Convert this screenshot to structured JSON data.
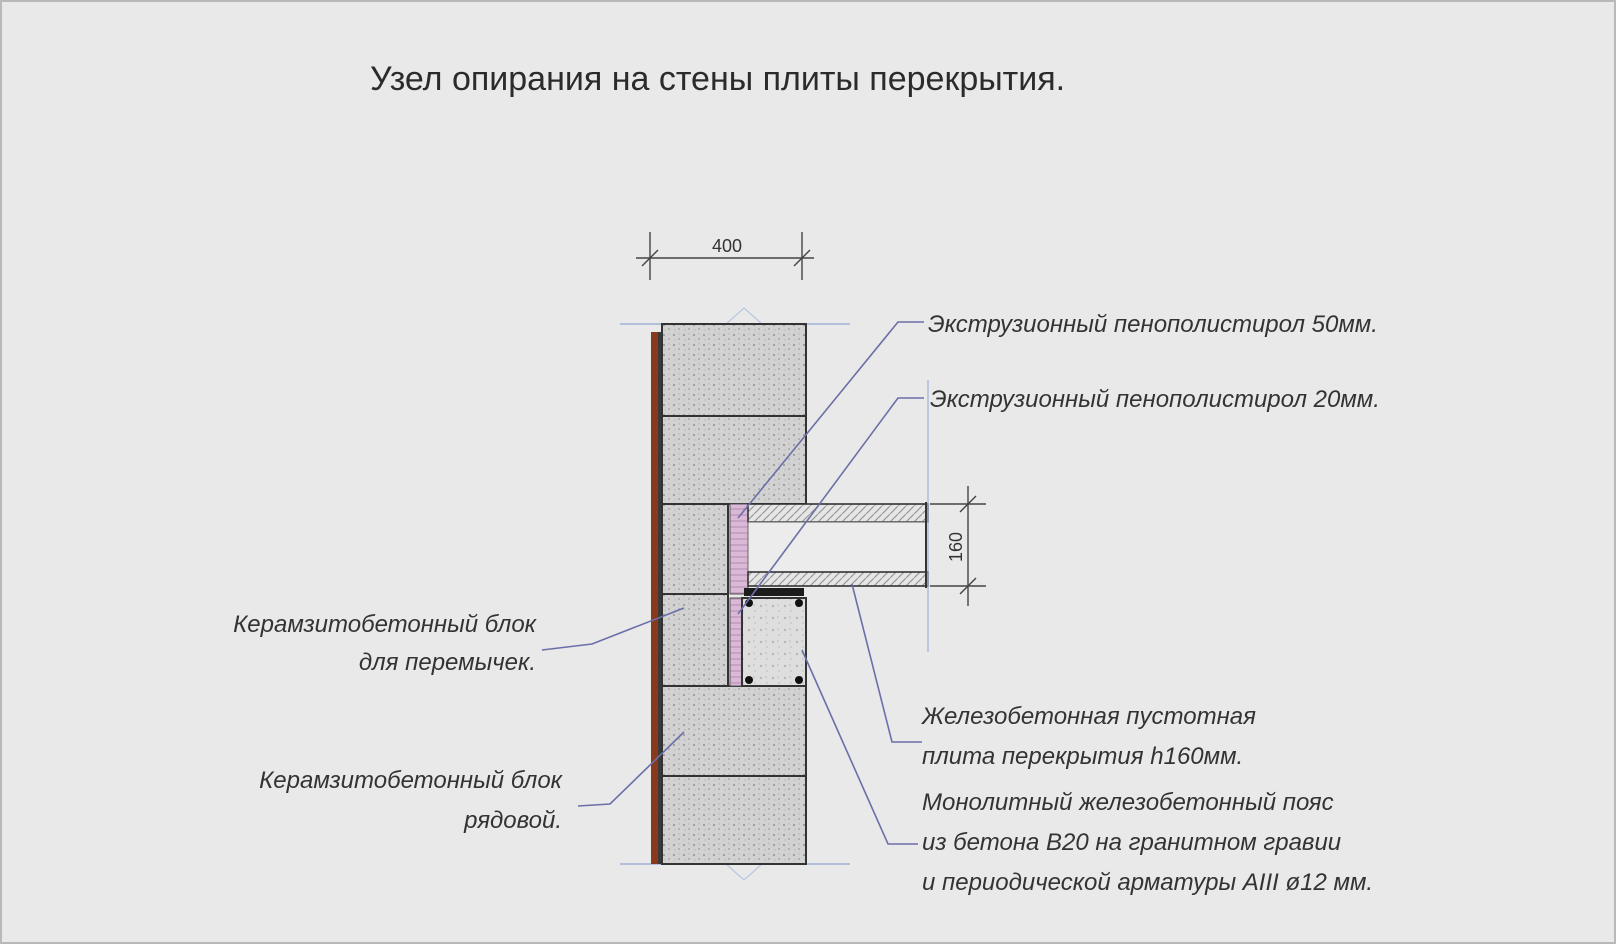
{
  "title": "Узел опирания на стены плиты перекрытия.",
  "dimensions": {
    "wall_width": "400",
    "slab_height": "160"
  },
  "labels": {
    "xps_50": "Экструзионный пенополистирол 50мм.",
    "xps_20": "Экструзионный пенополистирол 20мм.",
    "lintel_block_line1": "Керамзитобетонный блок",
    "lintel_block_line2": "для перемычек.",
    "slab_line1": "Железобетонная пустотная",
    "slab_line2": "плита перекрытия h160мм.",
    "ordinary_block_line1": "Керамзитобетонный блок",
    "ordinary_block_line2": "рядовой.",
    "belt_line1": "Монолитный железобетонный пояс",
    "belt_line2": "из бетона В20 на гранитном гравии",
    "belt_line3": "и периодической арматуры АIII ø12 мм."
  },
  "colors": {
    "facing_brick": "#8a3a1c",
    "block_fill": "#d4d4d4",
    "insulation": "#c7a3c4",
    "leader": "#6b6fa8",
    "background": "#e9e9e9"
  }
}
